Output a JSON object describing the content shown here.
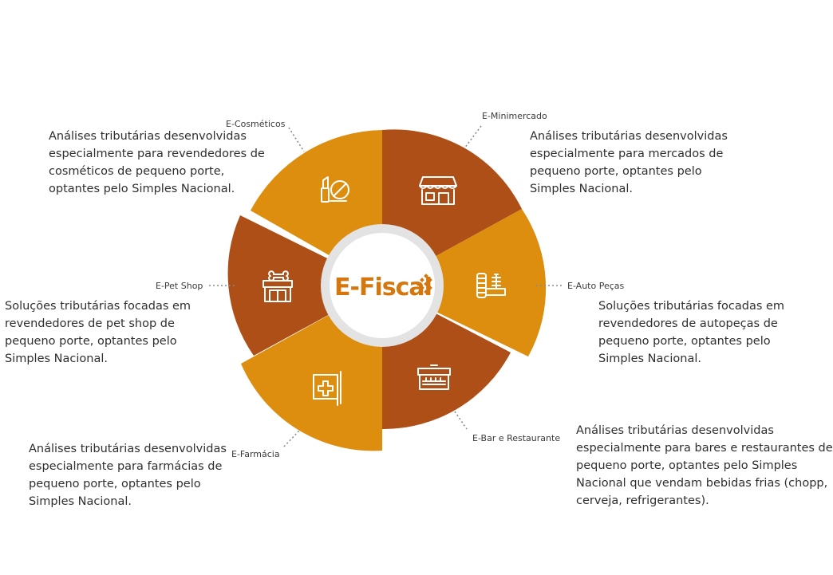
{
  "brand": {
    "name": "E-Fiscal"
  },
  "colors": {
    "dark": "#ad4f17",
    "light": "#dd8e0f",
    "inner_ring": "#e3e3e3",
    "connector": "#8a8a8a"
  },
  "segments": [
    {
      "name": "E-Minimercado",
      "icon": "storefront-icon",
      "color": "dark",
      "description": "Análises tributárias desenvolvidas\nespecialmente para mercados de\npequeno porte, optantes pelo\nSimples Nacional."
    },
    {
      "name": "E-Auto Peças",
      "icon": "auto-parts-icon",
      "color": "light",
      "description": "Soluções tributárias focadas em\nrevendedores de autopeças de\npequeno porte, optantes pelo\nSimples Nacional."
    },
    {
      "name": "E-Bar e Restaurante",
      "icon": "restaurant-icon",
      "color": "dark",
      "description": "Análises tributárias desenvolvidas\nespecialmente para bares e restaurantes de\npequeno porte, optantes pelo Simples\nNacional que vendam bebidas frias (chopp,\ncerveja, refrigerantes)."
    },
    {
      "name": "E-Farmácia",
      "icon": "pharmacy-icon",
      "color": "light",
      "description": "Análises tributárias desenvolvidas\nespecialmente para farmácias de\npequeno porte, optantes pelo\nSimples Nacional."
    },
    {
      "name": "E-Pet Shop",
      "icon": "pet-shop-icon",
      "color": "dark",
      "description": "Soluções tributárias focadas em\nrevendedores de pet shop de\npequeno porte, optantes pelo\nSimples Nacional."
    },
    {
      "name": "E-Cosméticos",
      "icon": "cosmetics-icon",
      "color": "light",
      "description": "Análises tributárias desenvolvidas\nespecialmente para revendedores de\ncosméticos de pequeno porte,\noptantes pelo Simples Nacional."
    }
  ]
}
